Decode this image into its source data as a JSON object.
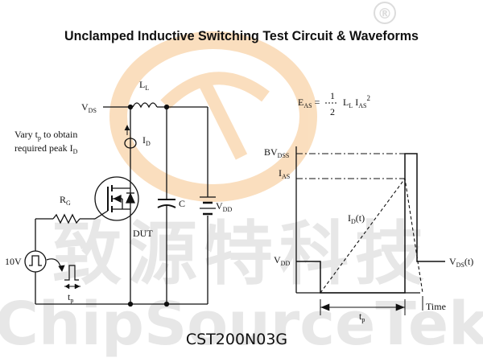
{
  "title": "Unclamped Inductive Switching Test Circuit  &  Waveforms",
  "part_number": "CST200N03G",
  "watermark": {
    "chinese": "致源特科技",
    "english": "ChipSourceTek",
    "registered_mark": "®",
    "logo_color": "#f6c48a",
    "text_color": "#dcdcdc"
  },
  "circuit": {
    "vds_label": "V",
    "vds_sub": "DS",
    "inductor_label": "L",
    "inductor_sub": "L",
    "id_label": "I",
    "id_sub": "D",
    "vary_line1_a": "Vary t",
    "vary_line1_sub": "p",
    "vary_line1_b": " to obtain",
    "vary_line2_a": "required peak I",
    "vary_line2_sub": "D",
    "rg_label": "R",
    "rg_sub": "G",
    "capacitor_label": "C",
    "vdd_label": "V",
    "vdd_sub": "DD",
    "dut_label": "DUT",
    "source_label": "10V",
    "tp_label": "t",
    "tp_sub": "p"
  },
  "waveform": {
    "eas_lhs": "E",
    "eas_lhs_sub": "AS",
    "eas_eq": "=",
    "eas_num": "1",
    "eas_den": "2",
    "eas_rhs_L": "L",
    "eas_rhs_L_sub": "L",
    "eas_rhs_I": "I",
    "eas_rhs_I_sub": "AS",
    "eas_rhs_exp": "2",
    "bvdss_label": "BV",
    "bvdss_sub": "DSS",
    "ias_label": "I",
    "ias_sub": "AS",
    "id_t_label": "I",
    "id_t_sub": "D",
    "id_t_suffix": "(t)",
    "vdd_label": "V",
    "vdd_sub": "DD",
    "vds_t_label": "V",
    "vds_t_sub": "DS",
    "vds_t_suffix": "(t)",
    "tp_label": "t",
    "tp_sub": "p",
    "time_label": "Time"
  }
}
